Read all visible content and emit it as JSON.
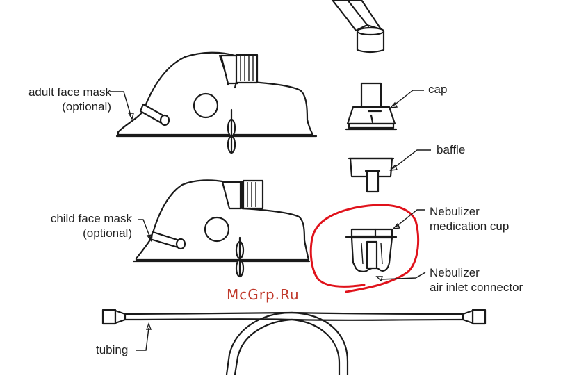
{
  "labels": {
    "adult_mask_line1": "adult face mask",
    "adult_mask_line2": "(optional)",
    "child_mask_line1": "child face mask",
    "child_mask_line2": "(optional)",
    "cap": "cap",
    "baffle": "baffle",
    "med_cup_line1": "Nebulizer",
    "med_cup_line2": "medication cup",
    "air_inlet_line1": "Nebulizer",
    "air_inlet_line2": "air inlet connector",
    "tubing": "tubing"
  },
  "watermark": "McGrp.Ru",
  "colors": {
    "ink": "#1a1a1a",
    "highlight_circle": "#e0121b",
    "watermark": "#c0392b"
  }
}
